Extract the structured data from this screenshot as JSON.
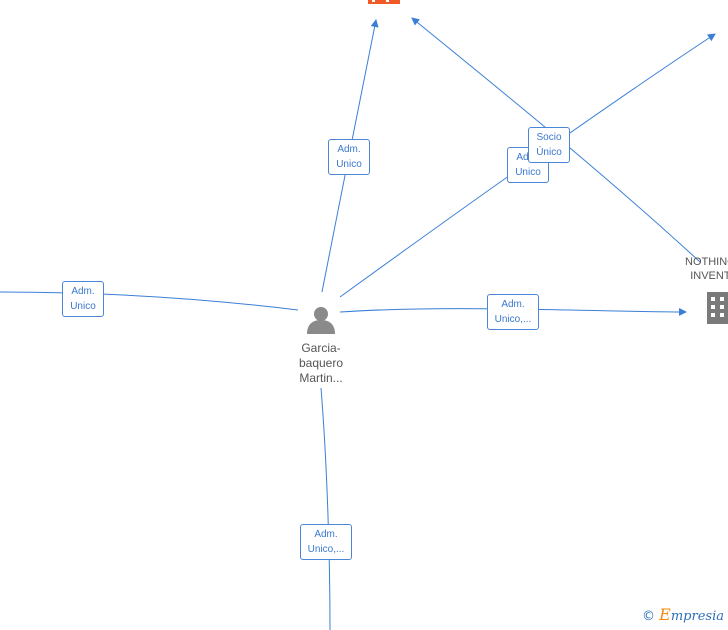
{
  "person": {
    "label_lines": [
      "Garcia-",
      "baquero",
      "Martin..."
    ]
  },
  "company_right": {
    "label_lines": [
      "NOTHING",
      "INVENT"
    ]
  },
  "edges": [
    {
      "id": "top-orange",
      "label_lines": [
        "Adm.",
        "Unico"
      ]
    },
    {
      "id": "left",
      "label_lines": [
        "Adm.",
        "Unico"
      ]
    },
    {
      "id": "upper-right",
      "label_lines": [
        "Adm.",
        "Unico"
      ]
    },
    {
      "id": "socio",
      "label_lines": [
        "Socio",
        "Único"
      ]
    },
    {
      "id": "right",
      "label_lines": [
        "Adm.",
        "Unico,..."
      ]
    },
    {
      "id": "bottom",
      "label_lines": [
        "Adm.",
        "Unico,..."
      ]
    }
  ],
  "colors": {
    "edge": "#3a7fd6",
    "person_icon": "#8a8a8a",
    "company_icon": "#7a7a7a",
    "highlight_company": "#f05a28"
  },
  "watermark": {
    "symbol": "©",
    "e": "E",
    "text": "mpresia"
  }
}
